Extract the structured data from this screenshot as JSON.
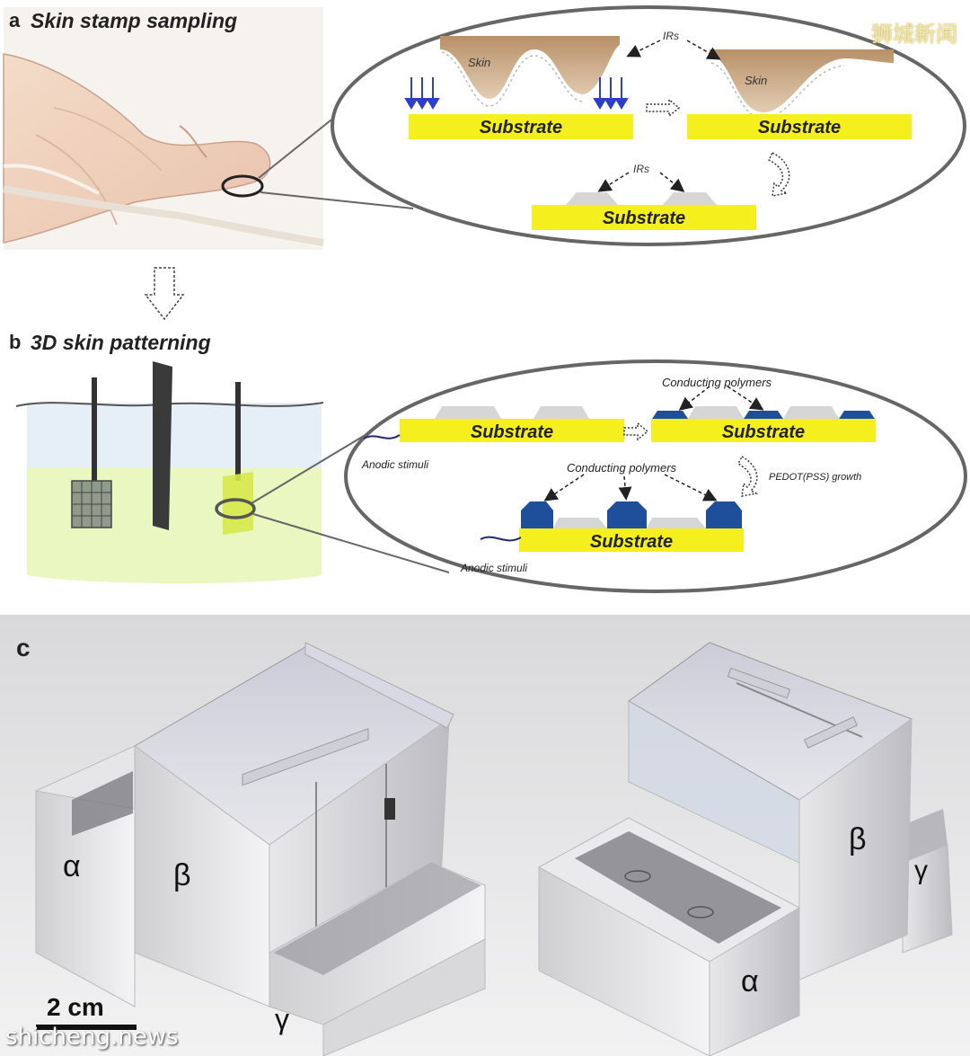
{
  "panel_a": {
    "label": "a",
    "title": "Skin stamp sampling",
    "skin_label_1": "Skin",
    "skin_label_2": "Skin",
    "irs_label_top": "IRs",
    "irs_label_bottom": "IRs",
    "substrate_left": "Substrate",
    "substrate_right": "Substrate",
    "substrate_bottom": "Substrate"
  },
  "panel_b": {
    "label": "b",
    "title": "3D skin patterning",
    "substrate_top_left": "Substrate",
    "substrate_top_right": "Substrate",
    "substrate_bottom": "Substrate",
    "conducting_polymers_top": "Conducting polymers",
    "conducting_polymers_bottom": "Conducting polymers",
    "anodic_stimuli_top": "Anodic stimuli",
    "anodic_stimuli_bottom": "Anodic stimuli",
    "growth_label": "PEDOT(PSS) growth"
  },
  "panel_c": {
    "label": "c",
    "left_alpha": "α",
    "left_beta": "β",
    "left_gamma": "γ",
    "right_alpha": "α",
    "right_beta": "β",
    "right_gamma": "γ",
    "scale_bar": "2 cm"
  },
  "watermarks": {
    "top_right": "狮城新闻",
    "bottom_left": "shicheng.news"
  },
  "colors": {
    "substrate_yellow": "#f5ef1e",
    "polymer_blue": "#1f4e9a",
    "skin_brown": "#c9a27e",
    "ir_gray": "#d6d6d6",
    "liquid_green": "#eaf7c0",
    "arrow_blue": "#2b3fc8"
  }
}
